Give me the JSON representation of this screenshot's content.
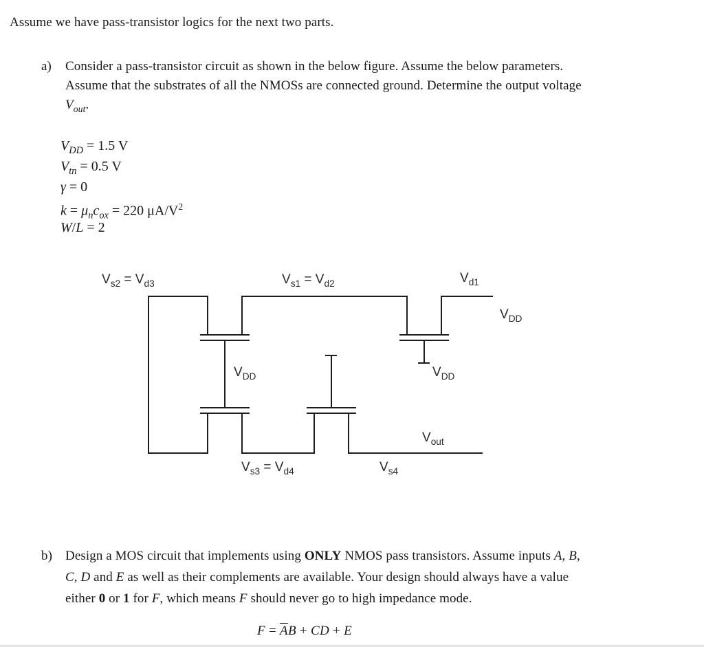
{
  "intro": [
    {
      "t": "Assume we have pass-transistor logics for the next two parts."
    }
  ],
  "part_a": {
    "marker": "a)",
    "lines": [
      [
        {
          "t": "Consider a pass-transistor circuit as shown in the below figure. Assume the below parameters."
        }
      ],
      [
        {
          "t": "Assume that the substrates of all the NMOSs are connected ground. Determine the output voltage"
        }
      ],
      [
        {
          "t": "V",
          "it": true
        },
        {
          "t": "out",
          "sub": true,
          "it": true
        },
        {
          "t": "."
        }
      ]
    ],
    "params": [
      [
        {
          "t": "V",
          "it": true
        },
        {
          "t": "DD",
          "sub": true,
          "it": true
        },
        {
          "t": " = 1.5 V"
        }
      ],
      [
        {
          "t": "V",
          "it": true
        },
        {
          "t": "tn",
          "sub": true,
          "it": true
        },
        {
          "t": " = 0.5 V"
        }
      ],
      [
        {
          "t": "γ",
          "it": true
        },
        {
          "t": " = 0"
        }
      ],
      [
        {
          "t": "k",
          "it": true
        },
        {
          "t": " = "
        },
        {
          "t": "μ",
          "it": true
        },
        {
          "t": "n",
          "sub": true,
          "it": true
        },
        {
          "t": "c",
          "it": true
        },
        {
          "t": "ox",
          "sub": true,
          "it": true
        },
        {
          "t": " = 220 μA/V"
        },
        {
          "t": "2",
          "sup": true
        }
      ],
      [
        {
          "t": "W",
          "it": true
        },
        {
          "t": "/"
        },
        {
          "t": "L",
          "it": true
        },
        {
          "t": " = 2"
        }
      ]
    ]
  },
  "figure": {
    "labels": {
      "vs2_vd3": [
        {
          "t": "V"
        },
        {
          "t": "s2",
          "sub": true
        },
        {
          "t": " = V"
        },
        {
          "t": "d3",
          "sub": true
        }
      ],
      "vs1_vd2": [
        {
          "t": "V"
        },
        {
          "t": "s1",
          "sub": true
        },
        {
          "t": " = V"
        },
        {
          "t": "d2",
          "sub": true
        }
      ],
      "vd1": [
        {
          "t": "V"
        },
        {
          "t": "d1",
          "sub": true
        }
      ],
      "vdd_input": [
        {
          "t": "V"
        },
        {
          "t": "DD",
          "sub": true
        }
      ],
      "vdd_gate_left": [
        {
          "t": "V"
        },
        {
          "t": "DD",
          "sub": true
        }
      ],
      "vdd_gate_right": [
        {
          "t": "V"
        },
        {
          "t": "DD",
          "sub": true
        }
      ],
      "vout": [
        {
          "t": "V"
        },
        {
          "t": "out",
          "sub": true
        }
      ],
      "vs3_vd4": [
        {
          "t": "V"
        },
        {
          "t": "s3",
          "sub": true
        },
        {
          "t": " = V"
        },
        {
          "t": "d4",
          "sub": true
        }
      ],
      "vs4": [
        {
          "t": "V"
        },
        {
          "t": "s4",
          "sub": true
        }
      ]
    }
  },
  "part_b": {
    "marker": "b)",
    "lines": [
      [
        {
          "t": "Design a MOS circuit that implements using "
        },
        {
          "t": "ONLY",
          "b": true
        },
        {
          "t": " NMOS pass transistors. Assume inputs "
        },
        {
          "t": "A",
          "it": true
        },
        {
          "t": ", "
        },
        {
          "t": "B",
          "it": true
        },
        {
          "t": ","
        }
      ],
      [
        {
          "t": "C",
          "it": true
        },
        {
          "t": ", "
        },
        {
          "t": "D",
          "it": true
        },
        {
          "t": " and "
        },
        {
          "t": "E",
          "it": true
        },
        {
          "t": " as well as their complements are available. Your design should always have a value"
        }
      ],
      [
        {
          "t": "either "
        },
        {
          "t": "0",
          "b": true
        },
        {
          "t": " or "
        },
        {
          "t": "1",
          "b": true
        },
        {
          "t": " for "
        },
        {
          "t": "F",
          "it": true
        },
        {
          "t": ", which means "
        },
        {
          "t": "F",
          "it": true
        },
        {
          "t": " should never go to high impedance mode."
        }
      ]
    ],
    "formula": [
      {
        "t": "F",
        "it": true
      },
      {
        "t": " =  "
      },
      {
        "t": "A",
        "it": true,
        "bar": true
      },
      {
        "t": "B",
        "it": true
      },
      {
        "t": " + "
      },
      {
        "t": "CD",
        "it": true
      },
      {
        "t": " + "
      },
      {
        "t": "E",
        "it": true
      }
    ]
  }
}
